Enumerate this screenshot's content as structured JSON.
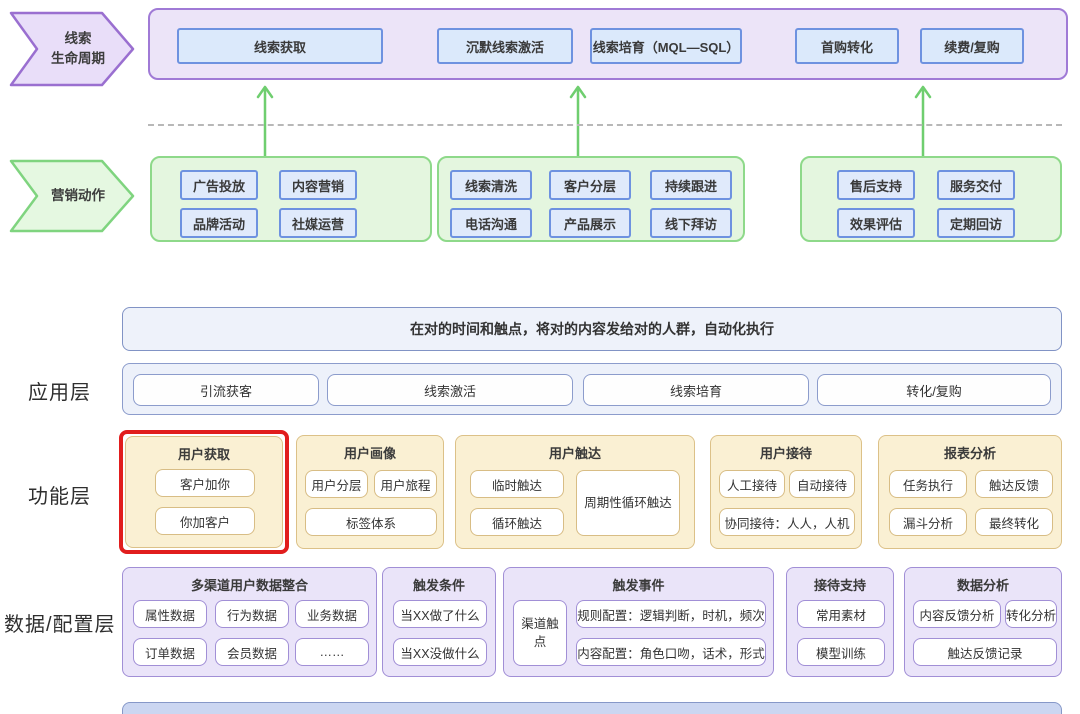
{
  "palette": {
    "purple_fill": "#ece4f8",
    "purple_border": "#a07ad6",
    "blue_box_fill": "#dbe9fb",
    "blue_box_border": "#6e92e0",
    "green_fill": "#e4f6df",
    "green_border": "#8ed98a",
    "arrow_green": "#6fce6f",
    "banner_fill": "#eef2fa",
    "banner_border": "#8193c5",
    "yellow_card_fill": "#faf0d3",
    "yellow_card_border": "#dcc188",
    "purple_card_fill": "#eae4f9",
    "purple_card_border": "#a18fd6",
    "highlight_red": "#e11d1d"
  },
  "lifecycle_row": {
    "chevron_line1": "线索",
    "chevron_line2": "生命周期",
    "stages": [
      "线索获取",
      "沉默线索激活",
      "线索培育（MQL—SQL）",
      "首购转化",
      "续费/复购"
    ]
  },
  "marketing_row": {
    "chevron": "营销动作",
    "groups": [
      {
        "items": [
          "广告投放",
          "内容营销",
          "品牌活动",
          "社媒运营"
        ]
      },
      {
        "items": [
          "线索清洗",
          "客户分层",
          "持续跟进",
          "电话沟通",
          "产品展示",
          "线下拜访"
        ]
      },
      {
        "items": [
          "售后支持",
          "服务交付",
          "效果评估",
          "定期回访"
        ]
      }
    ]
  },
  "platform": {
    "banner": "在对的时间和触点，将对的内容发给对的人群，自动化执行",
    "application_layer": {
      "label": "应用层",
      "items": [
        "引流获客",
        "线索激活",
        "线索培育",
        "转化/复购"
      ]
    },
    "function_layer": {
      "label": "功能层",
      "cards": [
        {
          "title": "用户获取",
          "highlighted": true,
          "items": [
            "客户加你",
            "你加客户"
          ]
        },
        {
          "title": "用户画像",
          "items": [
            "用户分层",
            "用户旅程",
            "标签体系"
          ]
        },
        {
          "title": "用户触达",
          "items": [
            "临时触达",
            "循环触达",
            "周期性循环触达"
          ]
        },
        {
          "title": "用户接待",
          "items": [
            "人工接待",
            "自动接待",
            "协同接待：人人，人机"
          ]
        },
        {
          "title": "报表分析",
          "items": [
            "任务执行",
            "触达反馈",
            "漏斗分析",
            "最终转化"
          ]
        }
      ]
    },
    "data_layer": {
      "label": "数据/配置层",
      "cards": [
        {
          "title": "多渠道用户数据整合",
          "items": [
            "属性数据",
            "行为数据",
            "业务数据",
            "订单数据",
            "会员数据",
            "……"
          ]
        },
        {
          "title": "触发条件",
          "items": [
            "当XX做了什么",
            "当XX没做什么"
          ]
        },
        {
          "title": "触发事件",
          "items": [
            "渠道触点",
            "规则配置：逻辑判断，时机，频次",
            "内容配置：角色口吻，话术，形式"
          ]
        },
        {
          "title": "接待支持",
          "items": [
            "常用素材",
            "模型训练"
          ]
        },
        {
          "title": "数据分析",
          "items": [
            "内容反馈分析",
            "转化分析",
            "触达反馈记录"
          ]
        }
      ]
    }
  }
}
